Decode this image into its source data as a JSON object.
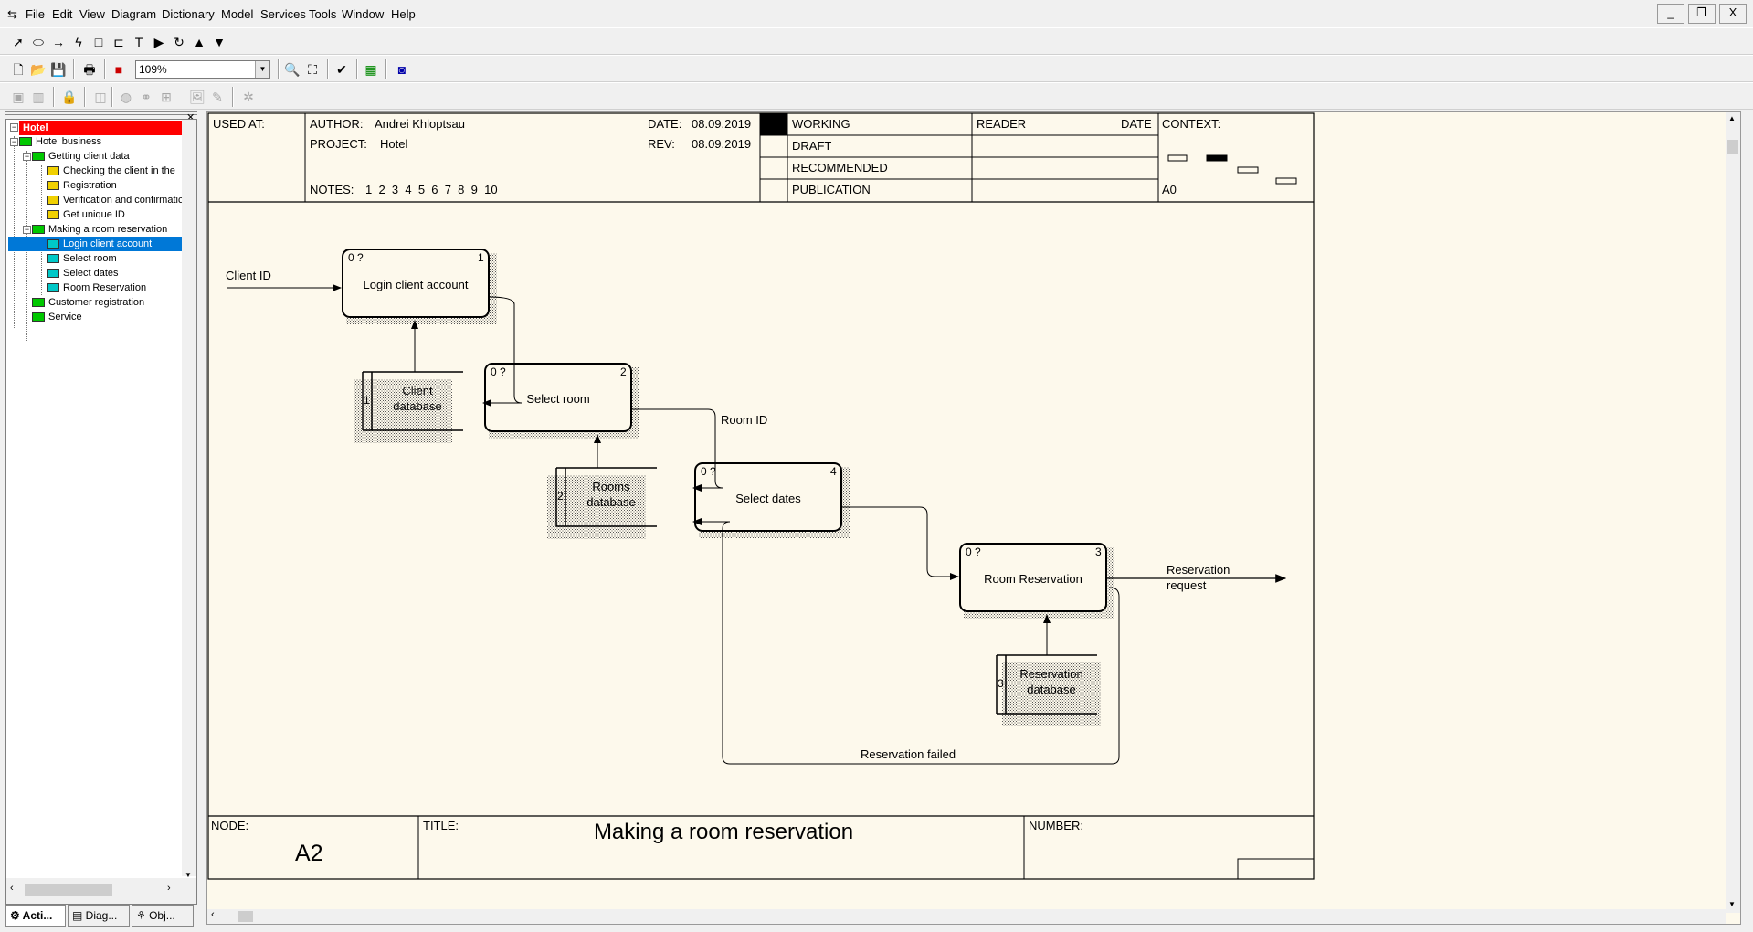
{
  "menu": [
    "File",
    "Edit",
    "View",
    "Diagram",
    "Dictionary",
    "Model",
    "Services",
    "Tools",
    "Window",
    "Help"
  ],
  "window_buttons": [
    "_",
    "❐",
    "X"
  ],
  "zoom": "109%",
  "explorer": {
    "root": "Hotel",
    "items": [
      {
        "label": "Hotel business",
        "icon": "green"
      },
      {
        "label": "Getting client data",
        "icon": "green"
      },
      {
        "label": "Checking the client in  the",
        "icon": "yellow"
      },
      {
        "label": "Registration",
        "icon": "yellow"
      },
      {
        "label": "Verification and confirmatic",
        "icon": "yellow"
      },
      {
        "label": "Get unique ID",
        "icon": "yellow"
      },
      {
        "label": "Making a room reservation",
        "icon": "green"
      },
      {
        "label": "Login client account",
        "icon": "cyan"
      },
      {
        "label": "Select room",
        "icon": "cyan"
      },
      {
        "label": "Select dates",
        "icon": "cyan"
      },
      {
        "label": "Room Reservation",
        "icon": "cyan"
      },
      {
        "label": "Customer registration",
        "icon": "green"
      },
      {
        "label": "Service",
        "icon": "green"
      }
    ],
    "tabs": [
      "Acti...",
      "Diag...",
      "Obj..."
    ]
  },
  "header": {
    "used_at": "USED AT:",
    "author_label": "AUTHOR:",
    "author": "Andrei Khloptsau",
    "project_label": "PROJECT:",
    "project": "Hotel",
    "date_label": "DATE:",
    "date": "08.09.2019",
    "rev_label": "REV:",
    "rev": "08.09.2019",
    "notes_label": "NOTES:",
    "notes": "1  2  3  4  5  6  7  8  9  10",
    "status": [
      "WORKING",
      "DRAFT",
      "RECOMMENDED",
      "PUBLICATION"
    ],
    "reader": "READER",
    "reader_date": "DATE",
    "context": "CONTEXT:",
    "context_node": "A0"
  },
  "diagram": {
    "boxes": [
      {
        "title": "Login client account",
        "tl": "0 ?",
        "num": "1"
      },
      {
        "title": "Select room",
        "tl": "0 ?",
        "num": "2"
      },
      {
        "title": "Select dates",
        "tl": "0 ?",
        "num": "4"
      },
      {
        "title": "Room Reservation",
        "tl": "0 ?",
        "num": "3"
      }
    ],
    "stores": [
      {
        "num": "1",
        "line1": "Client",
        "line2": "database"
      },
      {
        "num": "2",
        "line1": "Rooms",
        "line2": "database"
      },
      {
        "num": "3",
        "line1": "Reservation",
        "line2": "database"
      }
    ],
    "arrows": {
      "client_id": "Client ID",
      "room_id": "Room ID",
      "reservation_request_1": "Reservation",
      "reservation_request_2": "request",
      "reservation_failed": "Reservation failed"
    }
  },
  "footer": {
    "node_label": "NODE:",
    "node": "A2",
    "title_label": "TITLE:",
    "title": "Making a room reservation",
    "number_label": "NUMBER:"
  }
}
